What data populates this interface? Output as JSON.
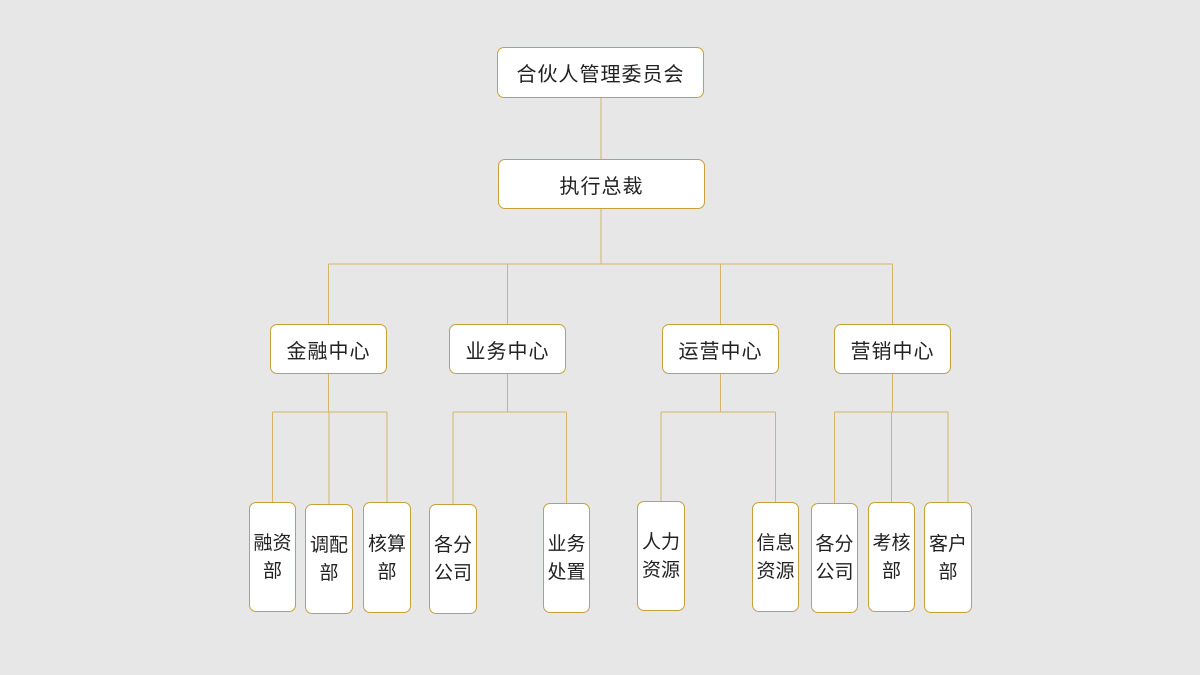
{
  "colors": {
    "background": "#e7e7e7",
    "line": "#d4b56a",
    "border": "#c6a13a",
    "box": "#ffffff",
    "text": "#222222"
  },
  "org": {
    "committee": "合伙人管理委员会",
    "ceo": "执行总裁",
    "centers": [
      {
        "name": "金融中心",
        "departments": [
          "融资部",
          "调配部",
          "核算部"
        ]
      },
      {
        "name": "业务中心",
        "departments": [
          "各分公司",
          "业务处置"
        ]
      },
      {
        "name": "运营中心",
        "departments": [
          "人力资源",
          "信息资源"
        ]
      },
      {
        "name": "营销中心",
        "departments": [
          "各分公司",
          "考核部",
          "客户部"
        ]
      }
    ]
  }
}
